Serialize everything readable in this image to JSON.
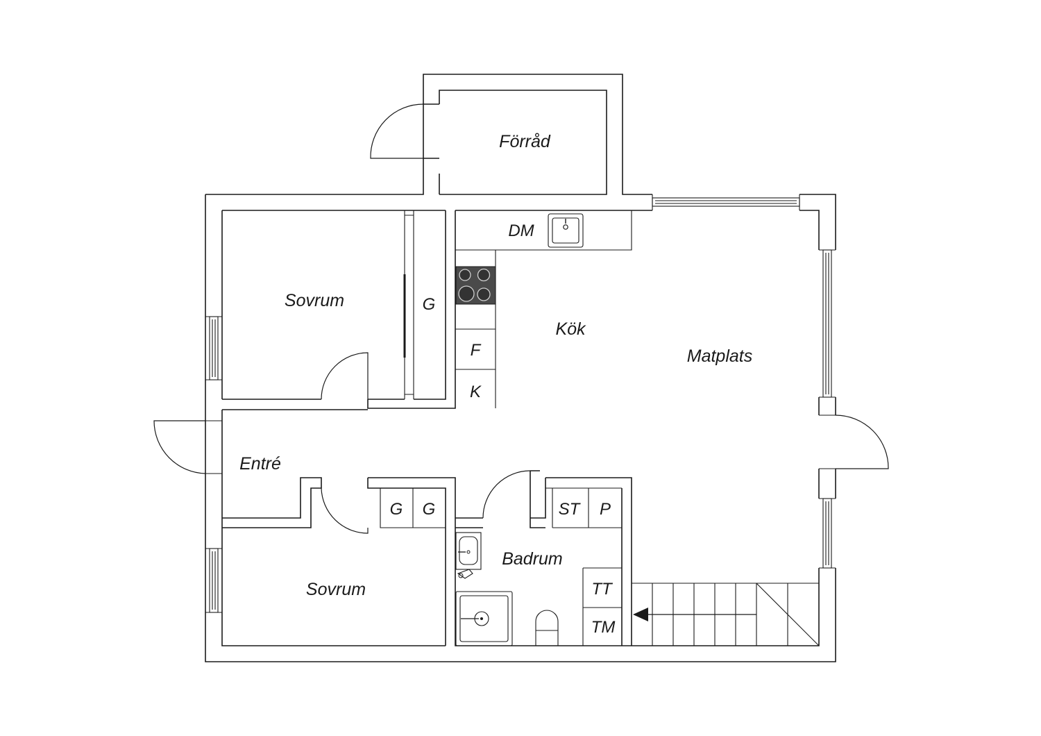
{
  "rooms": {
    "storage": "Förråd",
    "bedroom_top": "Sovrum",
    "kitchen": "Kök",
    "dining": "Matplats",
    "entrance": "Entré",
    "bathroom": "Badrum",
    "bedroom_bottom": "Sovrum"
  },
  "fixtures": {
    "wardrobe_top": "G",
    "dishwasher": "DM",
    "fridge": "F",
    "freezer": "K",
    "wardrobe_1": "G",
    "wardrobe_2": "G",
    "storage_cabinet": "ST",
    "cabinet_p": "P",
    "dryer": "TT",
    "washer": "TM"
  }
}
